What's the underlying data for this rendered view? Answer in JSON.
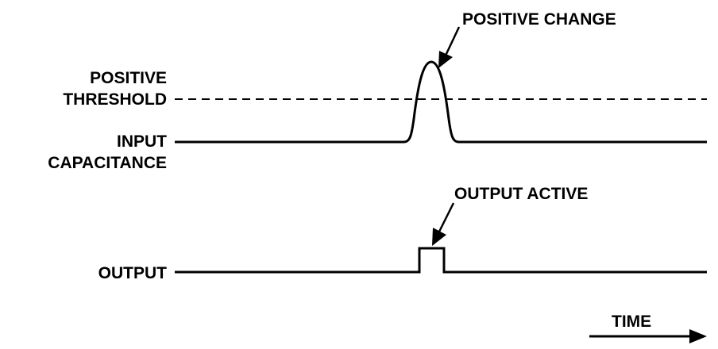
{
  "labels": {
    "positive_change": "POSITIVE CHANGE",
    "positive_threshold_line1": "POSITIVE",
    "positive_threshold_line2": "THRESHOLD",
    "input_capacitance_line1": "INPUT",
    "input_capacitance_line2": "CAPACITANCE",
    "output_active": "OUTPUT ACTIVE",
    "output": "OUTPUT",
    "time": "TIME"
  },
  "colors": {
    "line": "#000000",
    "background": "#ffffff"
  }
}
